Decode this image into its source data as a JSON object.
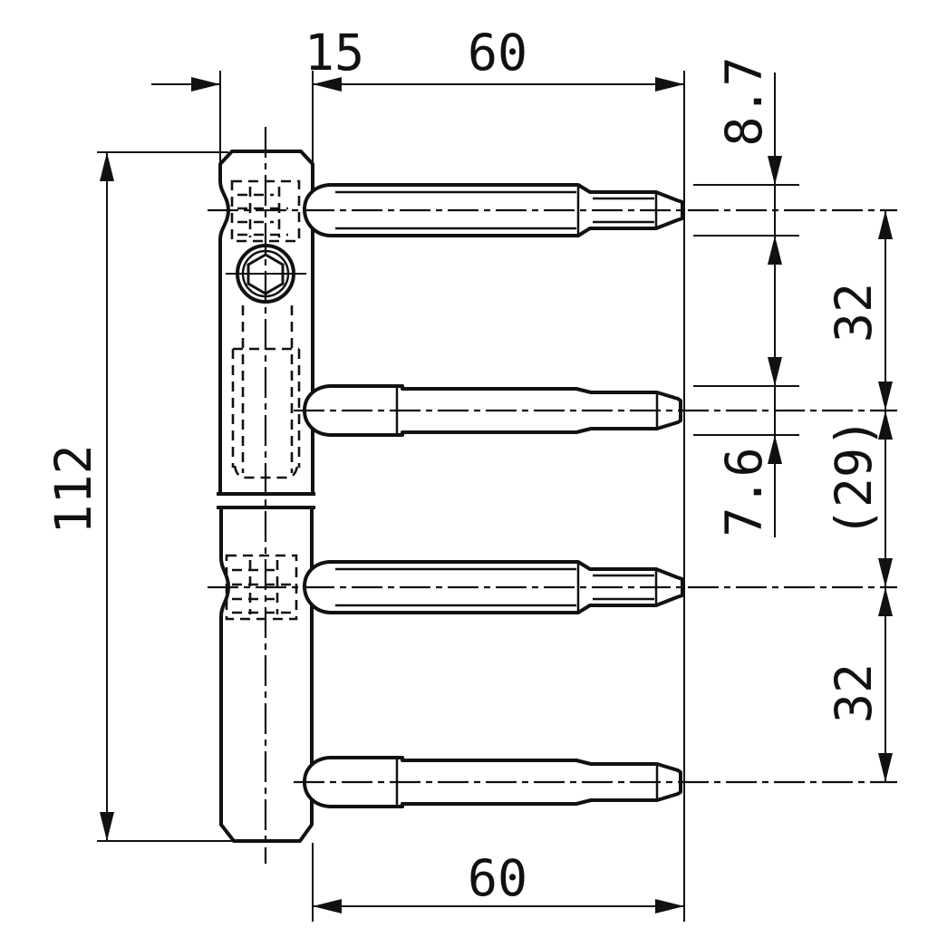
{
  "drawing": {
    "colors": {
      "background": "#ffffff",
      "line": "#111111"
    },
    "dimensions": {
      "body_width": "15",
      "pin_length_top": "60",
      "pin_diameter_top": "8.7",
      "pin_spacing_top": "32",
      "pin_spacing_middle": "(29)",
      "pin_diameter_lower": "7.6",
      "pin_spacing_bottom": "32",
      "overall_height": "112",
      "pin_length_bottom": "60"
    }
  }
}
